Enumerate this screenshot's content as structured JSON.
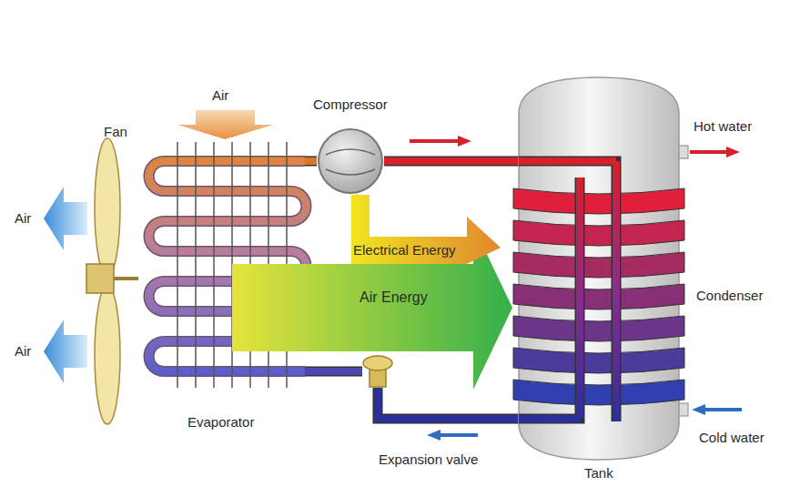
{
  "diagram": {
    "nodes": [
      {
        "text": [
          "Compressor"
        ]
      },
      {
        "text": [
          "Evaporator"
        ]
      },
      {
        "text": [
          "Expansion valve"
        ]
      },
      {
        "text": [
          "Electrical Energy"
        ]
      },
      {
        "text": [
          "Air Energy"
        ]
      },
      {
        "text": [
          "Tank"
        ]
      }
    ],
    "edges": [
      {
        "from": 1,
        "to": 0,
        "arrow": "none"
      },
      {
        "from": 0,
        "to": 5,
        "arrow": "none"
      },
      {
        "from": 5,
        "to": 2,
        "arrow": "none"
      },
      {
        "from": 2,
        "to": 1,
        "arrow": "none"
      }
    ],
    "labels": [
      "Air",
      "Fan",
      "Air",
      "Air",
      "Hot water",
      "Condenser",
      "Cold water"
    ]
  }
}
